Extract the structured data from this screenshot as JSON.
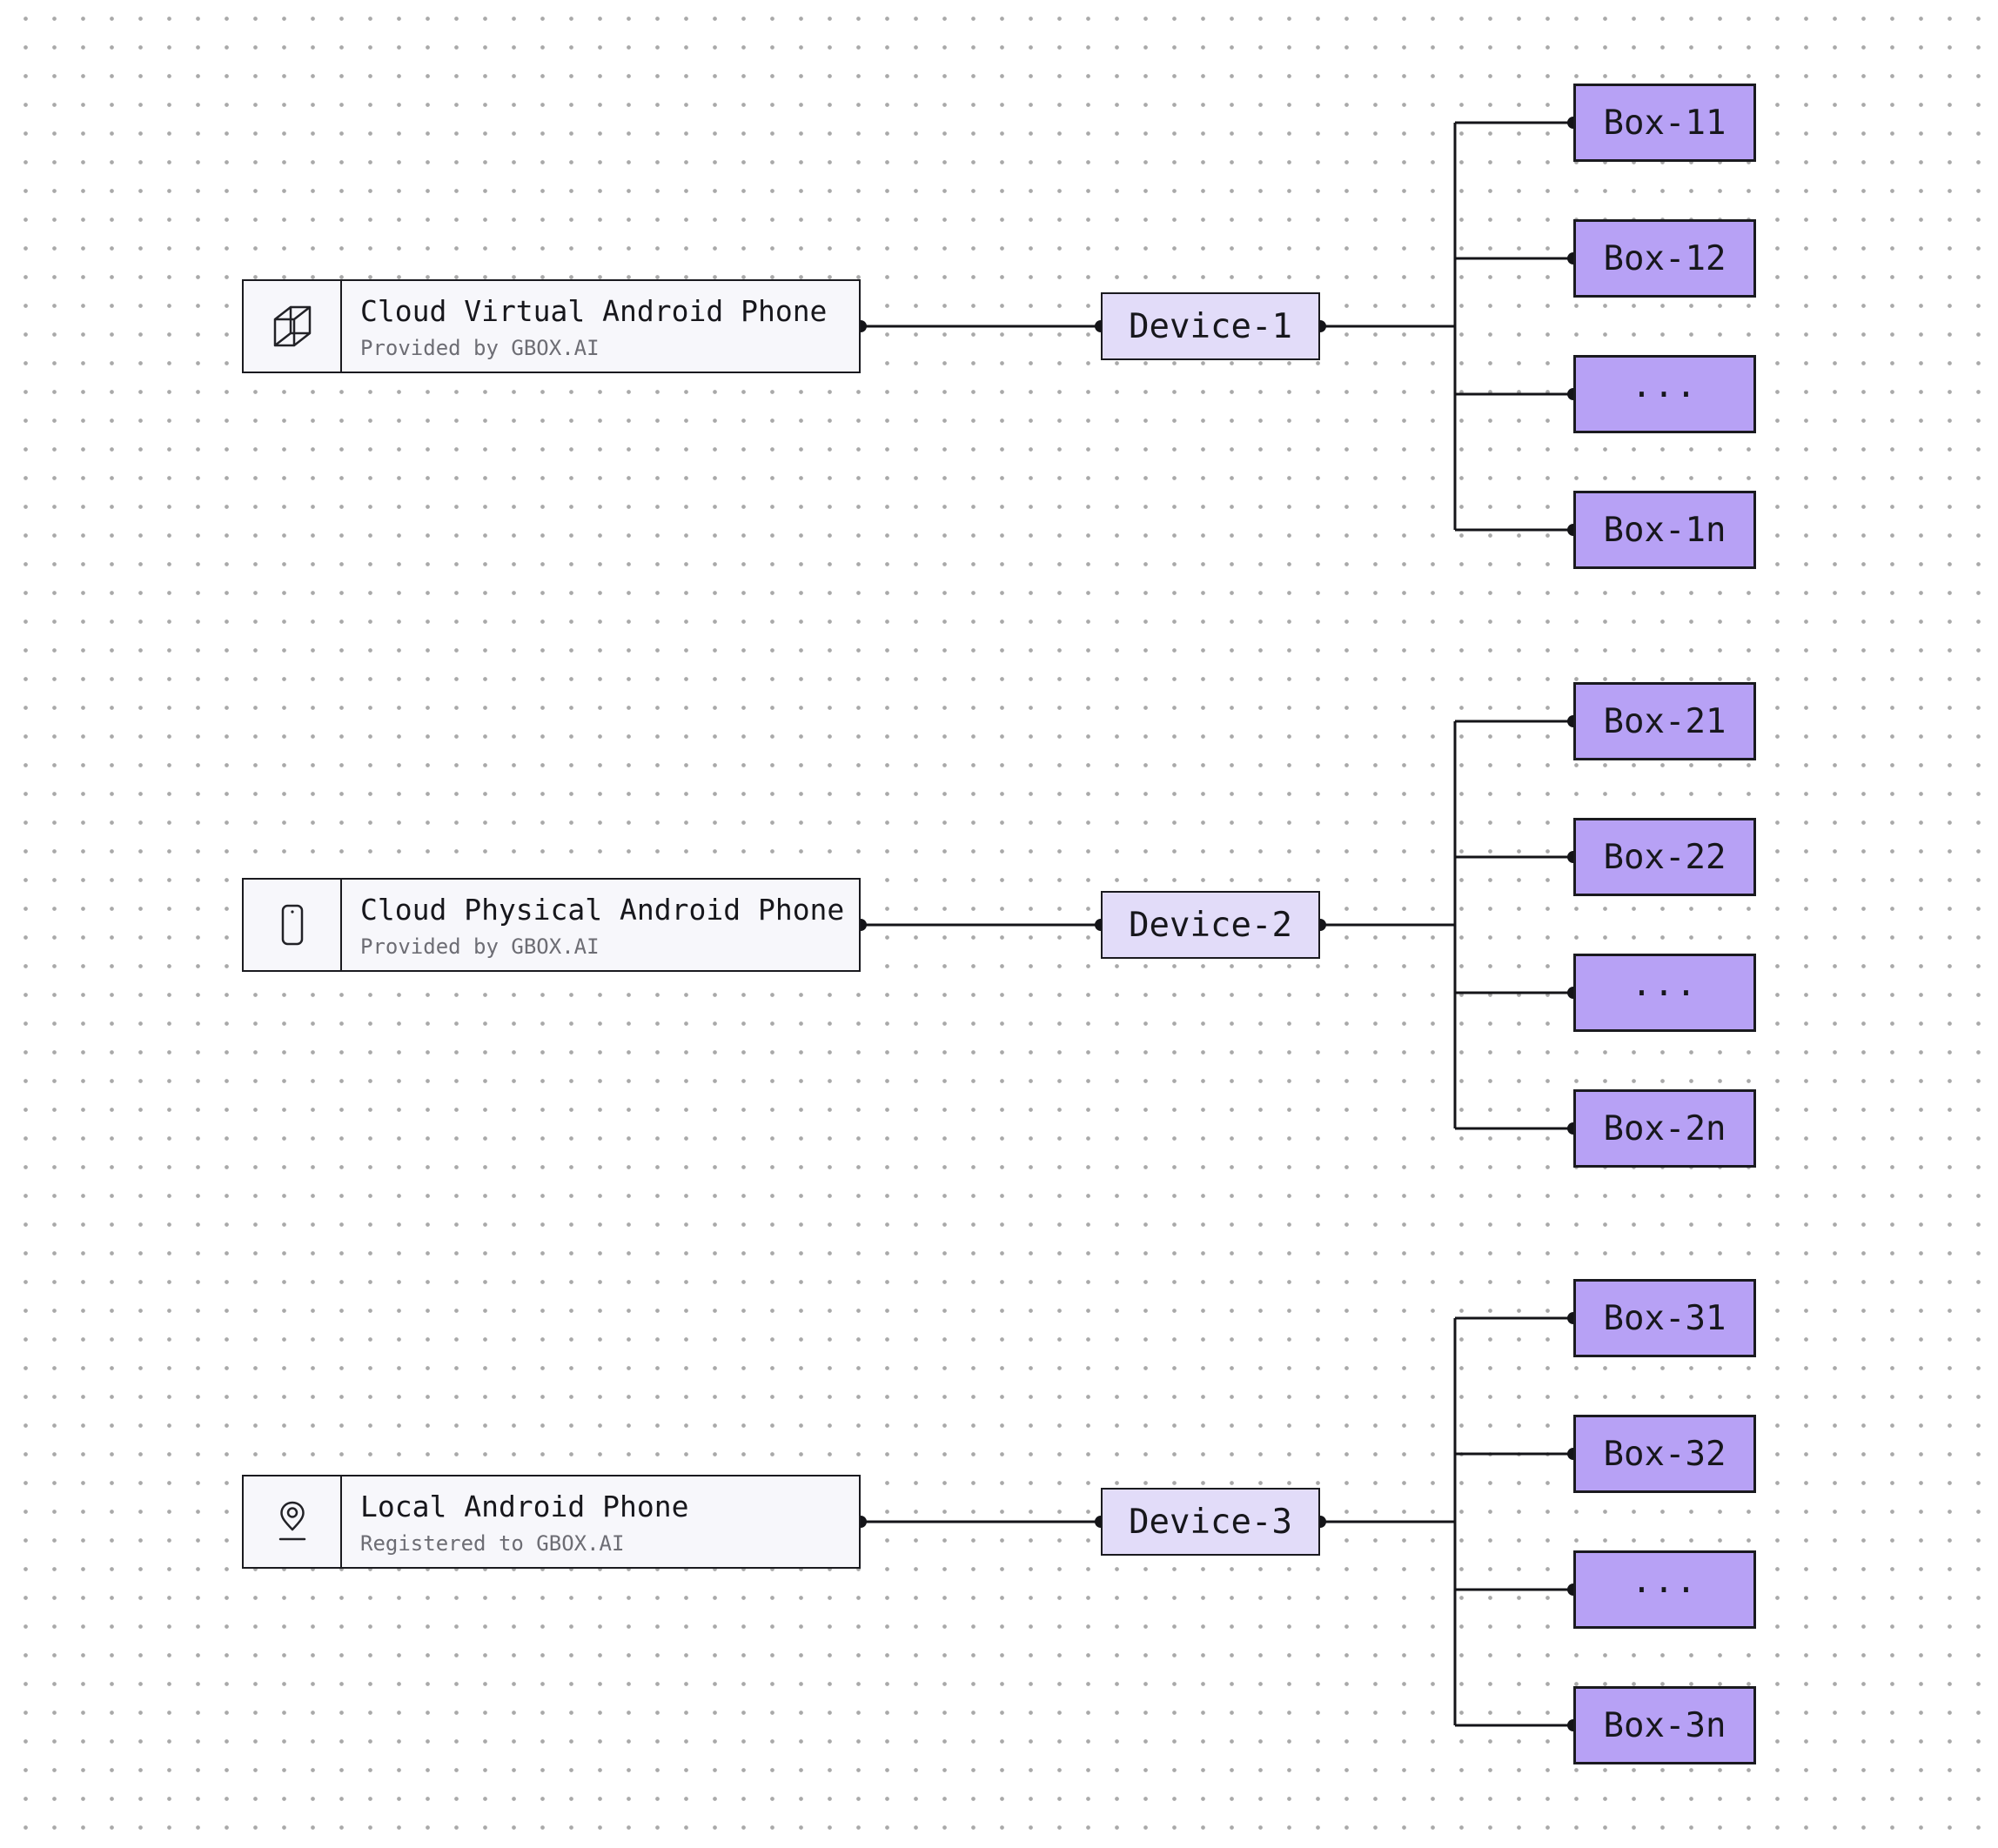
{
  "diagram": {
    "groups": [
      {
        "source": {
          "icon": "cube-3d-icon",
          "title": "Cloud Virtual Android Phone",
          "subtitle": "Provided by GBOX.AI"
        },
        "device": {
          "label": "Device-1"
        },
        "boxes": [
          {
            "label": "Box-11"
          },
          {
            "label": "Box-12"
          },
          {
            "label": "..."
          },
          {
            "label": "Box-1n"
          }
        ]
      },
      {
        "source": {
          "icon": "smartphone-icon",
          "title": "Cloud Physical Android Phone",
          "subtitle": "Provided by GBOX.AI"
        },
        "device": {
          "label": "Device-2"
        },
        "boxes": [
          {
            "label": "Box-21"
          },
          {
            "label": "Box-22"
          },
          {
            "label": "..."
          },
          {
            "label": "Box-2n"
          }
        ]
      },
      {
        "source": {
          "icon": "location-pin-icon",
          "title": "Local Android Phone",
          "subtitle": "Registered to GBOX.AI"
        },
        "device": {
          "label": "Device-3"
        },
        "boxes": [
          {
            "label": "Box-31"
          },
          {
            "label": "Box-32"
          },
          {
            "label": "..."
          },
          {
            "label": "Box-3n"
          }
        ]
      }
    ],
    "colors": {
      "canvas_bg": "#ffffff",
      "grid_dot": "#a9a9a9",
      "card_fill": "#f7f7fb",
      "device_fill": "#e2dcf9",
      "box_fill": "#b7a1f5",
      "stroke": "#1a1a1f",
      "connector": "#141418",
      "title_text": "#17171c",
      "subtitle_text": "#6d6d74"
    }
  }
}
